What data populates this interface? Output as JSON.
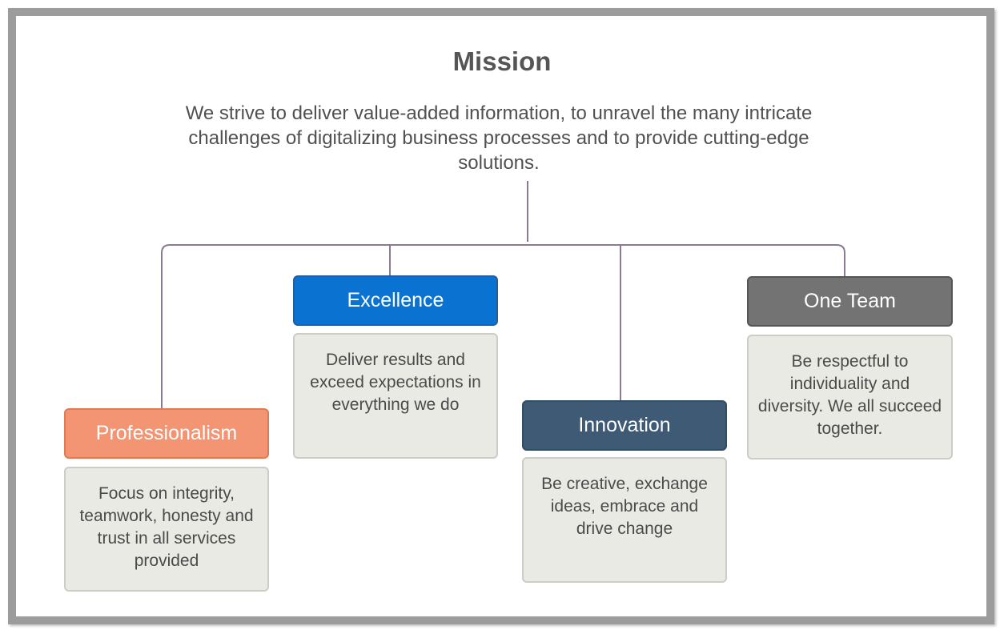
{
  "title": "Mission",
  "mission": "We strive to deliver value-added information, to unravel the many intricate challenges of digitalizing business processes and to provide cutting-edge solutions.",
  "values": [
    {
      "name": "Professionalism",
      "description": "Focus on integrity, teamwork, honesty and trust in all services provided",
      "color": "#f39472"
    },
    {
      "name": "Excellence",
      "description": "Deliver results and exceed expectations in everything we do",
      "color": "#0a73d2"
    },
    {
      "name": "Innovation",
      "description": "Be creative, exchange ideas, embrace and drive change",
      "color": "#3e5a75"
    },
    {
      "name": "One Team",
      "description": "Be respectful to individuality and diversity. We all succeed together.",
      "color": "#737373"
    }
  ],
  "colors": {
    "connector": "#8a7a94",
    "card_body": "#eaeae4",
    "text": "#505050"
  }
}
